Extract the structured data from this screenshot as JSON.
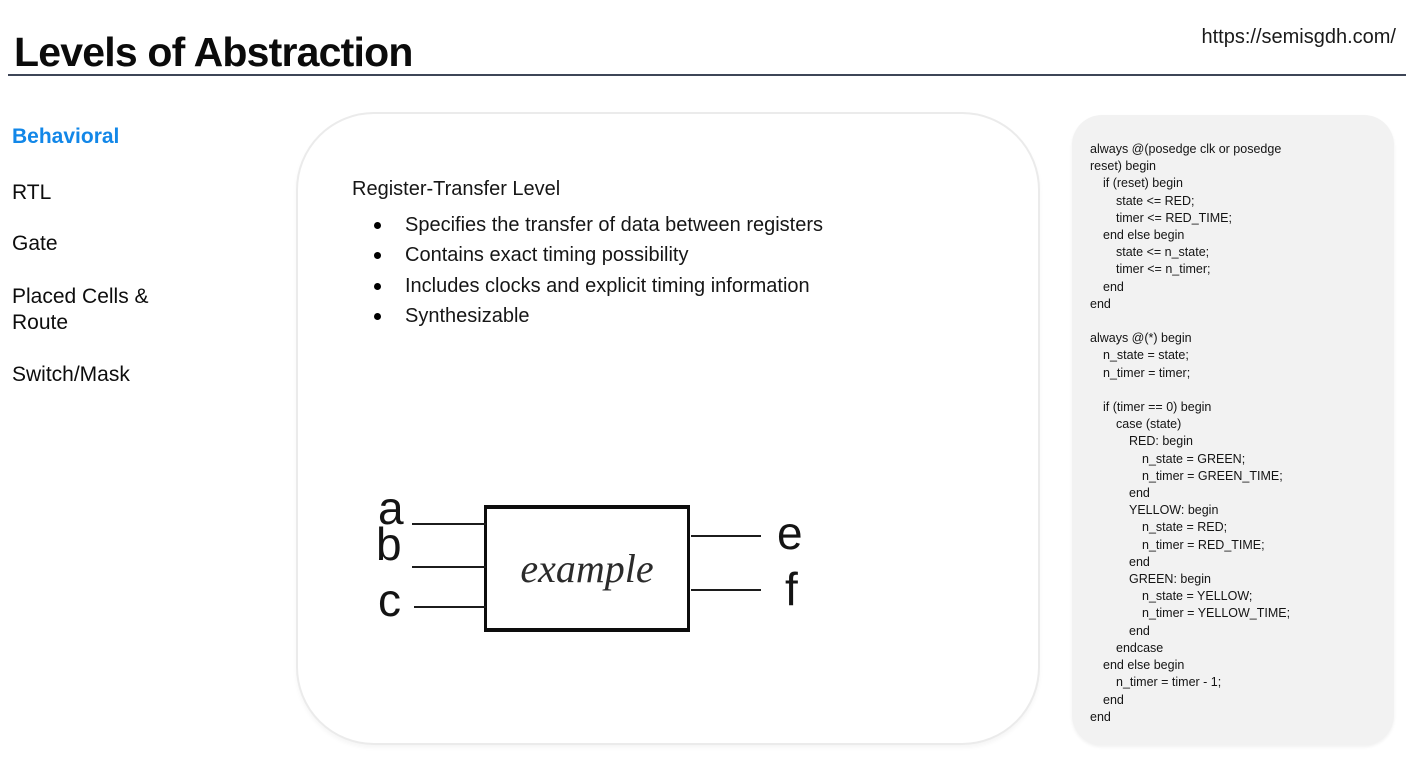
{
  "header": {
    "title": "Levels of Abstraction",
    "url": "https://semisgdh.com/"
  },
  "sidebar": {
    "items": [
      {
        "label": "Behavioral",
        "active": true
      },
      {
        "label": "RTL",
        "active": false
      },
      {
        "label": "Gate",
        "active": false
      },
      {
        "label": "Placed Cells & Route",
        "active": false
      },
      {
        "label": "Switch/Mask",
        "active": false
      }
    ]
  },
  "main": {
    "heading": "Register-Transfer Level",
    "bullets": [
      "Specifies the transfer of data between registers",
      "Contains exact timing possibility",
      "Includes clocks and explicit timing information",
      "Synthesizable"
    ],
    "diagram": {
      "label": "example",
      "inputs": [
        "a",
        "b",
        "c"
      ],
      "outputs": [
        "e",
        "f"
      ]
    }
  },
  "code_panel": {
    "lines": [
      {
        "indent": 0,
        "text": "always @(posedge clk or posedge"
      },
      {
        "indent": 0,
        "text": "reset) begin"
      },
      {
        "indent": 1,
        "text": "if (reset) begin"
      },
      {
        "indent": 2,
        "text": "state <= RED;"
      },
      {
        "indent": 2,
        "text": "timer <= RED_TIME;"
      },
      {
        "indent": 1,
        "text": "end else begin"
      },
      {
        "indent": 2,
        "text": "state <= n_state;"
      },
      {
        "indent": 2,
        "text": "timer <= n_timer;"
      },
      {
        "indent": 1,
        "text": "end"
      },
      {
        "indent": 0,
        "text": "end"
      },
      {
        "indent": 0,
        "text": ""
      },
      {
        "indent": 0,
        "text": "always @(*) begin"
      },
      {
        "indent": 1,
        "text": "n_state = state;"
      },
      {
        "indent": 1,
        "text": "n_timer = timer;"
      },
      {
        "indent": 0,
        "text": ""
      },
      {
        "indent": 1,
        "text": "if (timer == 0) begin"
      },
      {
        "indent": 2,
        "text": "case (state)"
      },
      {
        "indent": 3,
        "text": "RED: begin"
      },
      {
        "indent": 4,
        "text": "n_state = GREEN;"
      },
      {
        "indent": 4,
        "text": "n_timer = GREEN_TIME;"
      },
      {
        "indent": 3,
        "text": "end"
      },
      {
        "indent": 3,
        "text": "YELLOW: begin"
      },
      {
        "indent": 4,
        "text": "n_state = RED;"
      },
      {
        "indent": 4,
        "text": "n_timer = RED_TIME;"
      },
      {
        "indent": 3,
        "text": "end"
      },
      {
        "indent": 3,
        "text": "GREEN: begin"
      },
      {
        "indent": 4,
        "text": "n_state = YELLOW;"
      },
      {
        "indent": 4,
        "text": "n_timer = YELLOW_TIME;"
      },
      {
        "indent": 3,
        "text": "end"
      },
      {
        "indent": 2,
        "text": "endcase"
      },
      {
        "indent": 1,
        "text": "end else begin"
      },
      {
        "indent": 2,
        "text": "n_timer = timer - 1;"
      },
      {
        "indent": 1,
        "text": "end"
      },
      {
        "indent": 0,
        "text": "end"
      }
    ]
  },
  "colors": {
    "accent_blue": "#1287e8",
    "divider": "#3e4657",
    "code_panel_bg": "#f2f2f2",
    "panel_border": "#ebebeb"
  }
}
